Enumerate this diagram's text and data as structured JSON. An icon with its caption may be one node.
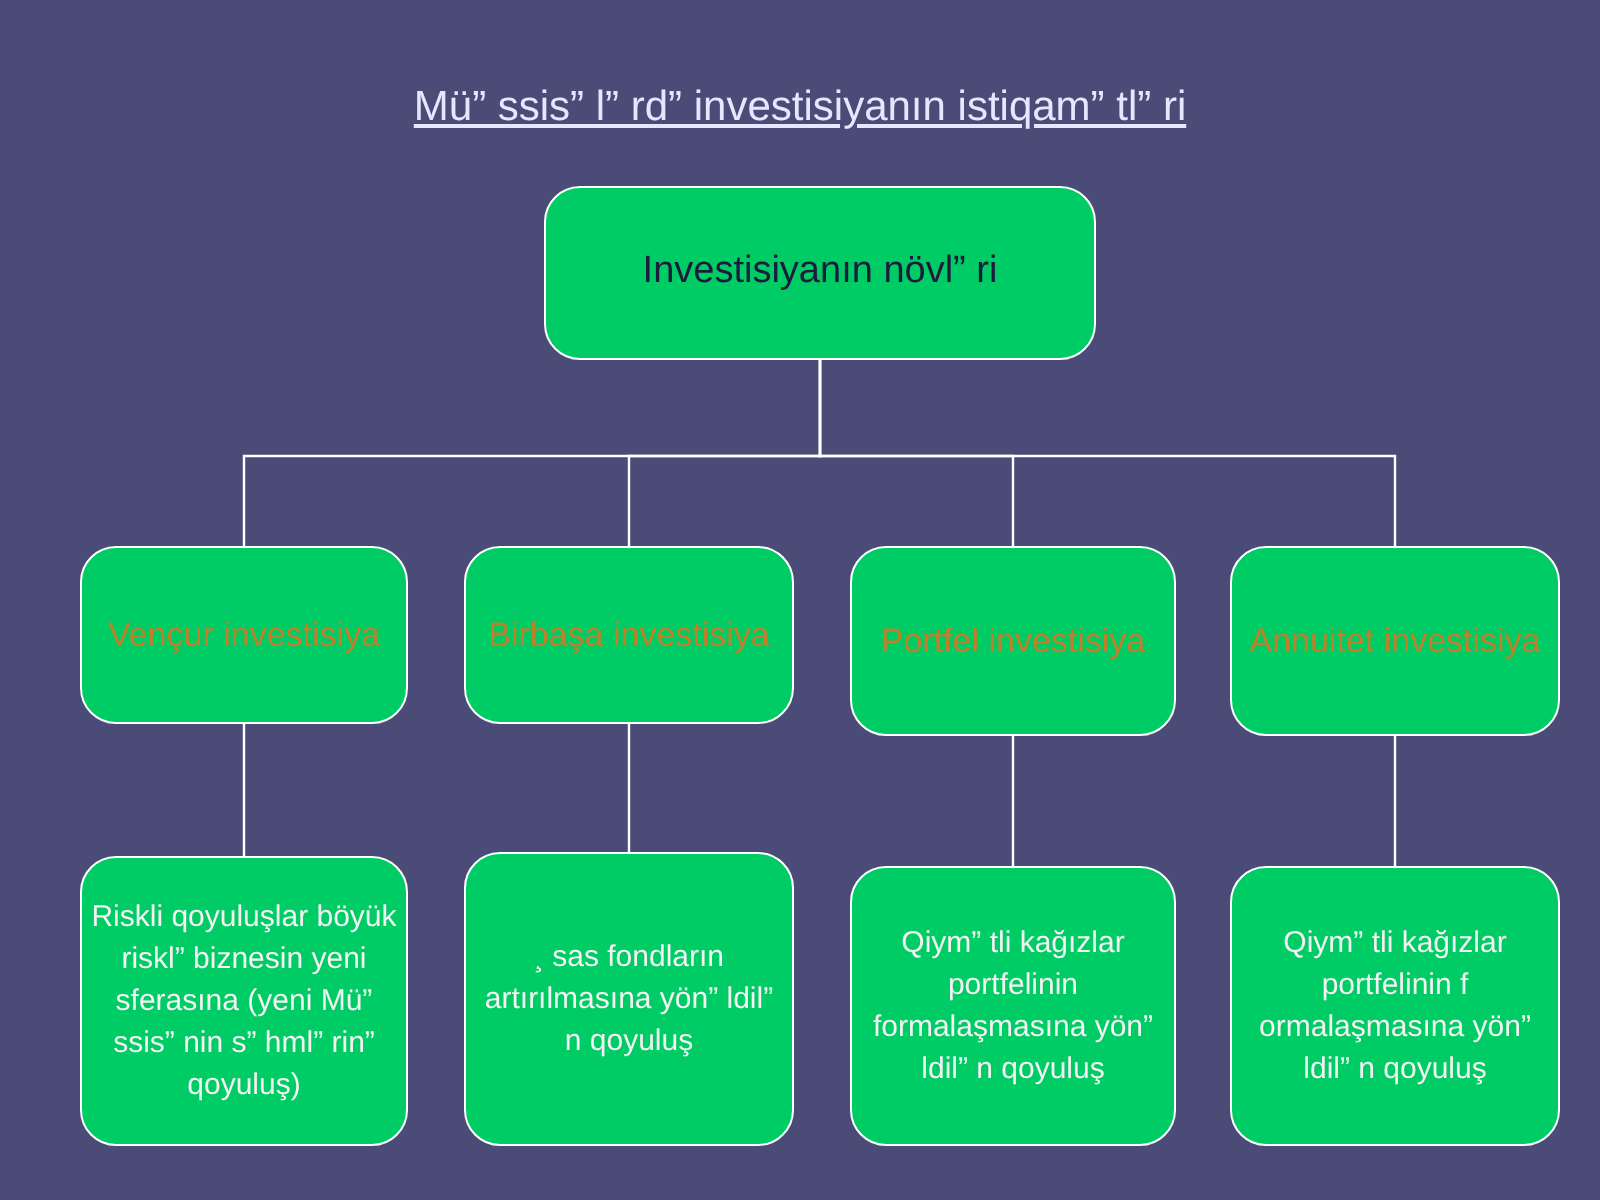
{
  "diagram": {
    "title": "Mü” ssis” l” rd” investisiyanın istiqam” tl” ri",
    "nodes": [
      {
        "text": [
          "Investisiyanın növl” ri"
        ]
      },
      {
        "text": [
          "Vençur investisiya"
        ]
      },
      {
        "text": [
          "Birbaşa investisiya"
        ]
      },
      {
        "text": [
          "Portfel investisiya"
        ]
      },
      {
        "text": [
          "Annuitet investisiya"
        ]
      },
      {
        "text": [
          "Riskli qoyuluşlar böyük riskl” biznesin yeni sferasına (yeni Mü” ssis” nin s” hml” rin” qoyuluş)"
        ]
      },
      {
        "text": [
          "¸ sas fondların artırılmasına yön” ldil” n qoyuluş"
        ]
      },
      {
        "text": [
          "Qiym” tli kağızlar portfelinin formalaşmasına yön” ldil” n qoyuluş"
        ]
      },
      {
        "text": [
          "Qiym” tli kağızlar portfelinin f ormalaşmasına yön” ldil” n qoyuluş"
        ]
      }
    ],
    "edges": [
      {
        "from": 0,
        "to": 1,
        "arrow": "none"
      },
      {
        "from": 0,
        "to": 2,
        "arrow": "none"
      },
      {
        "from": 0,
        "to": 3,
        "arrow": "none"
      },
      {
        "from": 0,
        "to": 4,
        "arrow": "none"
      },
      {
        "from": 1,
        "to": 5,
        "arrow": "none"
      },
      {
        "from": 2,
        "to": 6,
        "arrow": "none"
      },
      {
        "from": 3,
        "to": 7,
        "arrow": "none"
      },
      {
        "from": 4,
        "to": 8,
        "arrow": "none"
      }
    ]
  }
}
